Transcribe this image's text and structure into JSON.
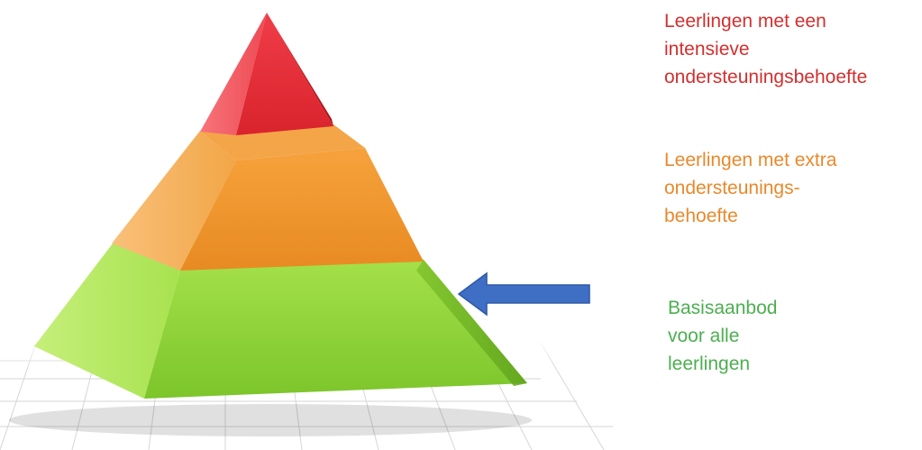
{
  "tiers": {
    "top": {
      "label": "Leerlingen met een\nintensieve\nondersteuningsbehoefte",
      "color": "#d32f2f"
    },
    "middle": {
      "label": "Leerlingen met extra\nondersteunings-\nbehoefte",
      "color": "#e8892c"
    },
    "base": {
      "label": "Basisaanbod\nvoor alle\nleerlingen",
      "color": "#4caf50"
    }
  },
  "pyramid_colors": {
    "top": "#e8333d",
    "middle": "#f0922b",
    "base": "#8fd437"
  },
  "pointer": {
    "points_to": "base",
    "icon": "left-arrow-icon",
    "color": "#3f6fc4"
  }
}
